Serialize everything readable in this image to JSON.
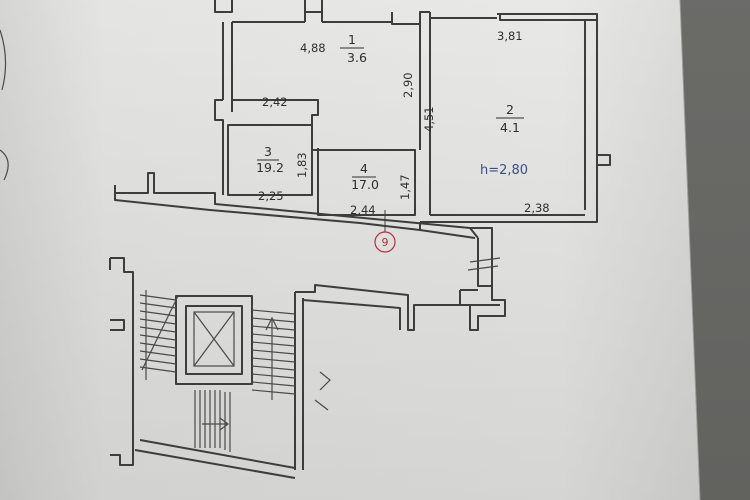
{
  "rooms": [
    {
      "number": "1",
      "area": "3.6"
    },
    {
      "number": "2",
      "area": "4.1"
    },
    {
      "number": "3",
      "area": "19.2"
    },
    {
      "number": "4",
      "area": "17.0"
    }
  ],
  "dimensions": {
    "room3_width": "4,88",
    "room3_depth": "2,90",
    "corridor_width": "2,42",
    "room2_depth": "1,83",
    "room2_width": "2,25",
    "room1_width": "2,44",
    "room1_depth": "1,47",
    "room4_width": "3,81",
    "room4_depth": "4,51",
    "room4_bottom": "2,38"
  },
  "ceiling_height": "h=2,80",
  "axis_marker": "9",
  "colors": {
    "paper": "#f1f1ef",
    "line": "#3d3d3d",
    "height_text": "#3a4f86",
    "axis_marker": "#b3303a"
  }
}
